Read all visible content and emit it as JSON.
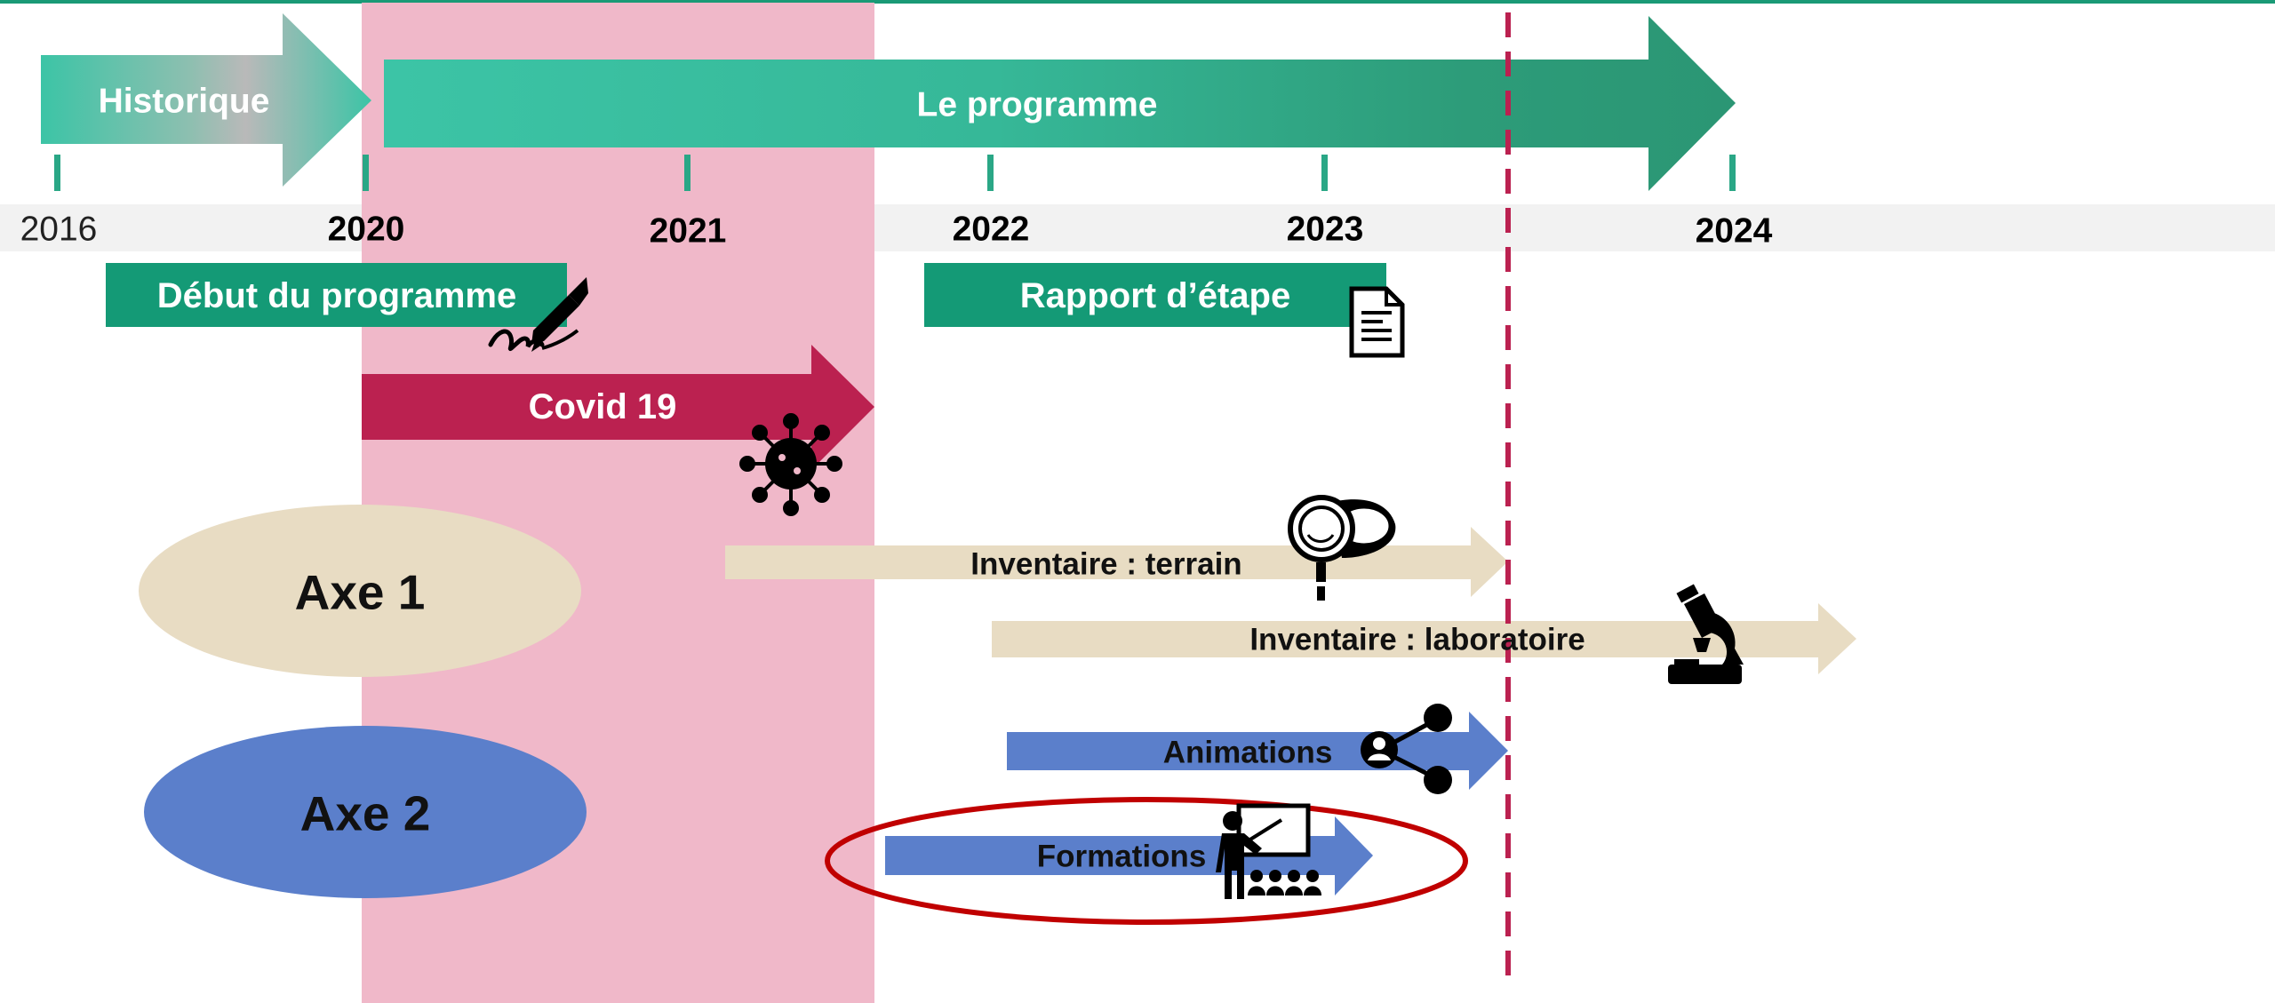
{
  "timeline": {
    "phases": {
      "historique": "Historique",
      "programme": "Le programme"
    },
    "years": [
      "2016",
      "2020",
      "2021",
      "2022",
      "2023",
      "2024"
    ]
  },
  "milestones": {
    "debut": "Début du programme",
    "rapport": "Rapport d’étape"
  },
  "events": {
    "covid": "Covid 19"
  },
  "axes": {
    "axe1": {
      "label": "Axe 1",
      "activities": [
        "Inventaire : terrain",
        "Inventaire : laboratoire"
      ]
    },
    "axe2": {
      "label": "Axe 2",
      "activities": [
        "Animations",
        "Formations"
      ]
    }
  },
  "icons": [
    "signature-pen-icon",
    "document-icon",
    "virus-icon",
    "magnifier-icon",
    "microscope-icon",
    "network-people-icon",
    "teacher-class-icon"
  ],
  "colors": {
    "teal": "#3cc4a6",
    "teal_dark": "#2b9674",
    "milestone": "#149a76",
    "covid": "#bb2150",
    "covid_zone": "#f0b8c9",
    "axe1": "#e8dcc3",
    "axe2": "#5b7fcb",
    "highlight": "#c00000"
  }
}
